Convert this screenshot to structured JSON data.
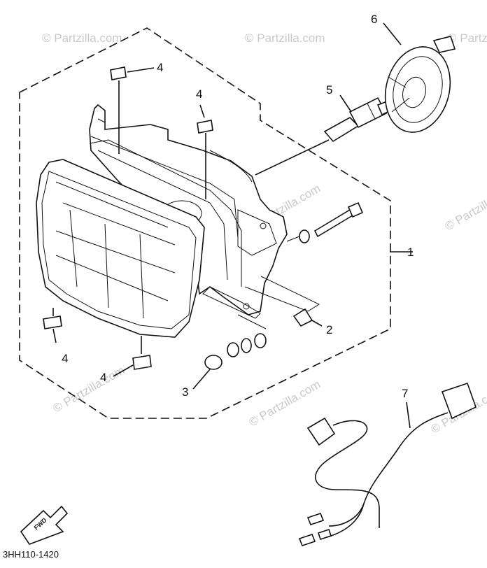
{
  "diagram": {
    "callouts": [
      {
        "id": "1",
        "label": "1"
      },
      {
        "id": "2",
        "label": "2"
      },
      {
        "id": "3",
        "label": "3"
      },
      {
        "id": "4",
        "label": "4"
      },
      {
        "id": "5",
        "label": "5"
      },
      {
        "id": "6",
        "label": "6"
      },
      {
        "id": "7",
        "label": "7"
      }
    ],
    "diagram_code": "3HH110-1420",
    "forward_label": "FWD",
    "watermark": "© Partzilla.com"
  }
}
